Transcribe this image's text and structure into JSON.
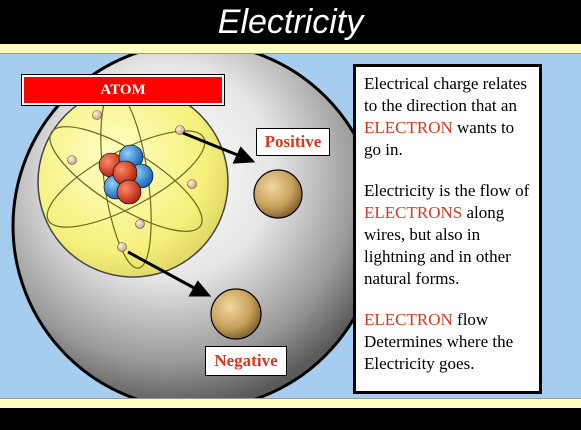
{
  "title": "Electricity",
  "atom_label": "ATOM",
  "positive_label": "Positive",
  "negative_label": "Negative",
  "info": {
    "p1_a": "Electrical charge relates to the direction that an ",
    "p1_hl": "ELECTRON",
    "p1_b": " wants to go in.",
    "p2_a": "Electricity is the flow of ",
    "p2_hl": "ELECTRONS",
    "p2_b": " along wires, but also in lightning and in other natural forms.",
    "p3_hl": "ELECTRON",
    "p3_b": " flow Determines where the Electricity goes."
  },
  "colors": {
    "background_blue": "#a6cdf0",
    "stripe": "#ffffc0",
    "tag_red": "#ff0000",
    "highlight": "#d9381e",
    "nucleus_red": "#cc2a14",
    "nucleus_blue": "#1f7fd8",
    "shell": "#f5f07a"
  }
}
